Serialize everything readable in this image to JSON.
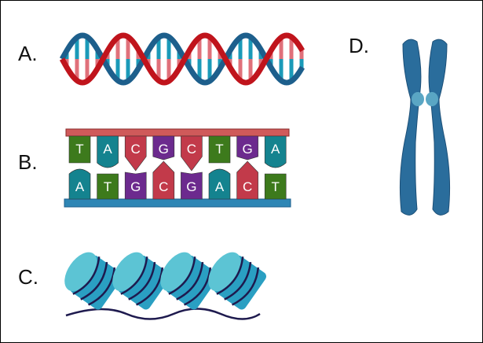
{
  "labels": {
    "a": "A.",
    "b": "B.",
    "c": "C.",
    "d": "D."
  },
  "base_pairs": {
    "top": [
      "T",
      "A",
      "C",
      "G",
      "C",
      "T",
      "G",
      "A"
    ],
    "bottom": [
      "A",
      "T",
      "G",
      "C",
      "G",
      "A",
      "C",
      "T"
    ]
  },
  "colors": {
    "T": "#3d7a1c",
    "A": "#14838f",
    "C": "#c23a4a",
    "G": "#6c2a8e",
    "helix_red": "#c0141c",
    "helix_blue": "#1d5f8c",
    "top_bar": "#cf5a5a",
    "bottom_bar": "#2e86b5",
    "chromosome": "#2a6d9c",
    "nucleosome_light": "#5cc4d4",
    "nucleosome_dark": "#2a9fc2",
    "dna_thread": "#1e1a4e"
  }
}
